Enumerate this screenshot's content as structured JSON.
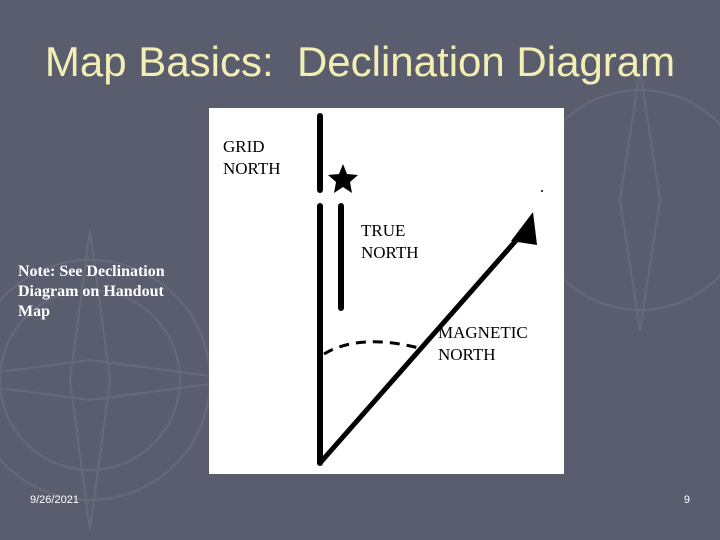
{
  "slide": {
    "title": "Map Basics:  Declination Diagram",
    "note_lines": [
      "Note:  See Declination",
      "Diagram on Handout",
      "Map"
    ],
    "date": "9/26/2021",
    "page_number": "9"
  },
  "diagram": {
    "grid_north_lines": [
      "GRID",
      "NORTH"
    ],
    "true_north_lines": [
      "TRUE",
      "NORTH"
    ],
    "magnetic_north_lines": [
      "MAGNETIC",
      "NORTH"
    ]
  },
  "colors": {
    "background": "#5a5d6e",
    "title": "#f3eeb3"
  }
}
